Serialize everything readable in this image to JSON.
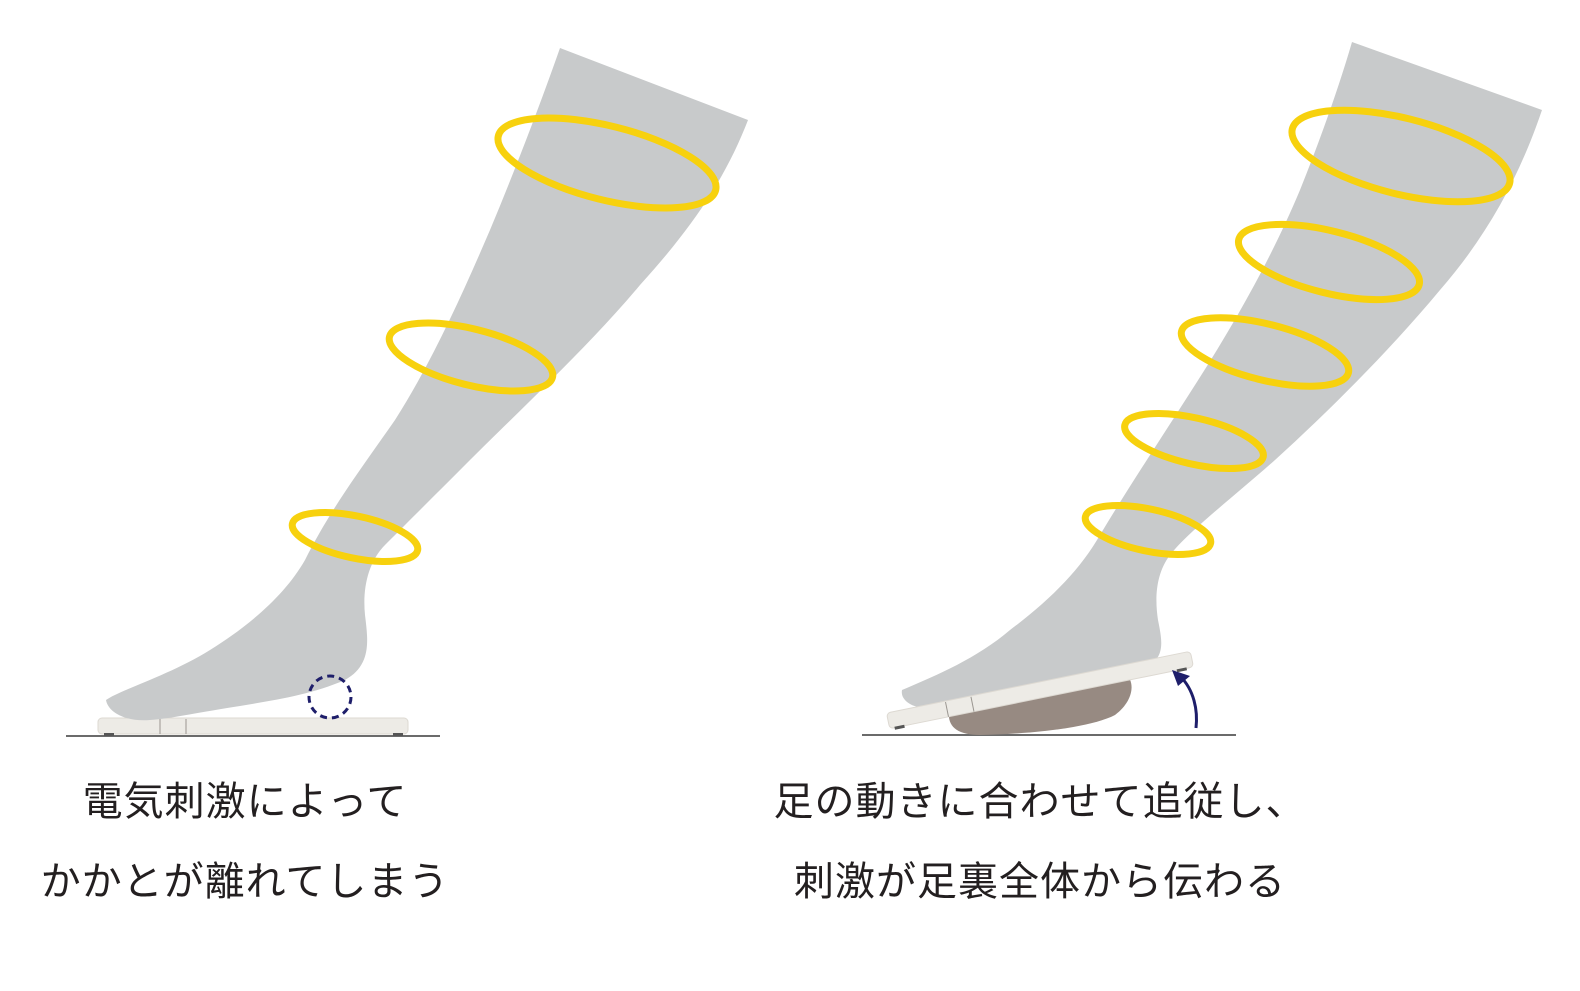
{
  "colors": {
    "leg": "#c8cacb",
    "ring": "#f7d10e",
    "plate": "#edebe6",
    "plate_edge": "#cfccc6",
    "cushion": "#978a82",
    "accent_navy": "#1e1e6a",
    "ground": "#6b6b6b",
    "text": "#231f20"
  },
  "panels": [
    {
      "id": "conventional",
      "caption_lines": [
        "電気刺激によって",
        "かかとが離れてしまう"
      ],
      "ring_count": 3,
      "annotation": "dashed-circle-gap-under-heel"
    },
    {
      "id": "tilting",
      "caption_lines": [
        "足の動きに合わせて追従し、",
        "刺激が足裏全体から伝わる"
      ],
      "ring_count": 5,
      "annotation": "curved-arrow-up"
    }
  ]
}
